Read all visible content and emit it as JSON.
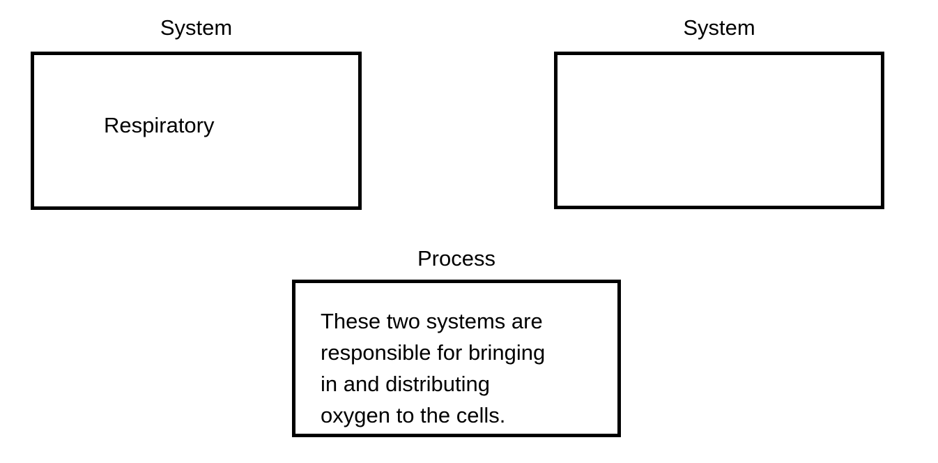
{
  "diagram": {
    "background_color": "#ffffff",
    "stroke_color": "#000000",
    "text_color": "#000000",
    "nodes": [
      {
        "id": "system-respiratory",
        "caption": "System",
        "body": "Respiratory"
      },
      {
        "id": "system-blank",
        "caption": "System",
        "body": ""
      },
      {
        "id": "process",
        "caption": "Process",
        "body": "These two systems are\nresponsible for bringing\nin and distributing\noxygen to the cells."
      }
    ]
  }
}
